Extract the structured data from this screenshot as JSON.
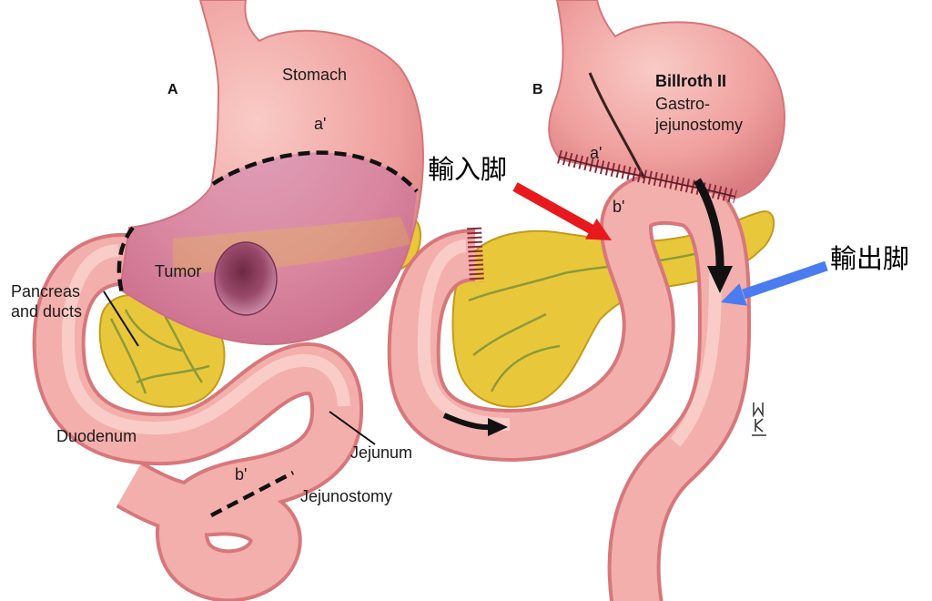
{
  "panel_a": {
    "letter": "A",
    "stomach": "Stomach",
    "resection_mark": "a'",
    "tumor": "Tumor",
    "pancreas_line1": "Pancreas",
    "pancreas_line2": "and ducts",
    "duodenum": "Duodenum",
    "jejunum": "Jejunum",
    "jejunostomy_mark": "b'",
    "jejunostomy": "Jejunostomy"
  },
  "panel_b": {
    "letter": "B",
    "title_line1": "Billroth II",
    "title_line2": "Gastro-",
    "title_line3": "jejunostomy",
    "mark_a": "a'",
    "mark_b": "b'",
    "afferent_limb": "輸入脚",
    "efferent_limb": "輸出脚"
  },
  "colors": {
    "stomach": "#f1a4a2",
    "resected_overlay": "#b25aa6",
    "tumor": "#9a4a6c",
    "pancreas": "#e8c83a",
    "intestine": "#f3afac",
    "suture": "#8a2a3a",
    "afferent_arrow": "#e8191c",
    "efferent_arrow": "#4a7cf0",
    "flow_arrow": "#111111"
  }
}
